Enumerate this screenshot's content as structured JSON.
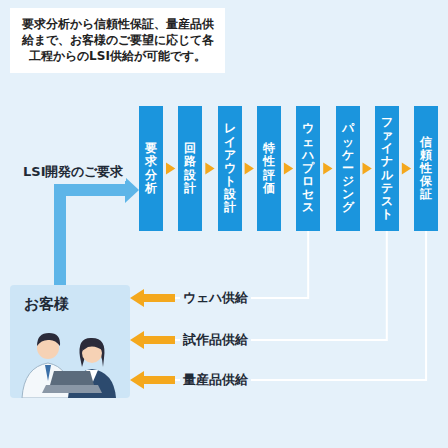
{
  "diagram": {
    "nodes": [
      {
        "text": [
          "要求分析から信頼性保証、量産品供給まで、お客様のご要望に応じて各工程からのLSI供給が可能です。"
        ]
      },
      {
        "text": [
          "要求分析"
        ]
      },
      {
        "text": [
          "回路設計"
        ]
      },
      {
        "text": [
          "レイアウト設計"
        ]
      },
      {
        "text": [
          "特性評価"
        ]
      },
      {
        "text": [
          "ウェハプロセス"
        ]
      },
      {
        "text": [
          "パッケージング"
        ]
      },
      {
        "text": [
          "ファイナルテスト"
        ]
      },
      {
        "text": [
          "信頼性保証"
        ]
      },
      {
        "text": [
          "お客様"
        ]
      }
    ],
    "edges": [
      {
        "from": 1,
        "to": 2,
        "arrow": "to"
      },
      {
        "from": 2,
        "to": 3,
        "arrow": "to"
      },
      {
        "from": 3,
        "to": 4,
        "arrow": "to"
      },
      {
        "from": 4,
        "to": 5,
        "arrow": "to"
      },
      {
        "from": 5,
        "to": 6,
        "arrow": "to"
      },
      {
        "from": 6,
        "to": 7,
        "arrow": "to"
      },
      {
        "from": 7,
        "to": 8,
        "arrow": "to"
      },
      {
        "from": 9,
        "to": 1,
        "label": "LSI開発のご要求",
        "arrow": "to"
      },
      {
        "from": 5,
        "to": 9,
        "label": "ウェハ供給",
        "arrow": "to"
      },
      {
        "from": 7,
        "to": 9,
        "label": "試作品供給",
        "arrow": "to"
      },
      {
        "from": 8,
        "to": 9,
        "label": "量産品供給",
        "arrow": "to"
      }
    ]
  }
}
